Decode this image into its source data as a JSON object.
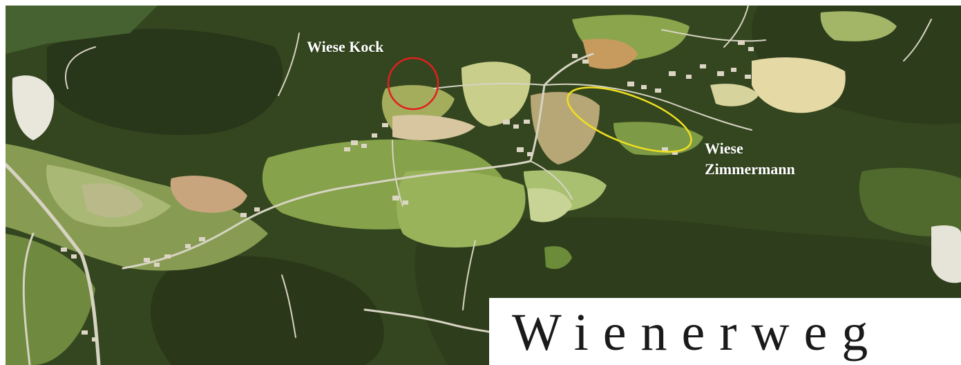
{
  "annotations": {
    "kock": {
      "text": "Wiese Kock",
      "marker_color": "#e02020"
    },
    "zimmermann": {
      "line1": "Wiese",
      "line2": "Zimmermann",
      "marker_color": "#f2e020"
    }
  },
  "title": "Wienerweg",
  "colors": {
    "forest_dark": "#2c3a1c",
    "forest": "#3d4e26",
    "meadow": "#7e9a4a",
    "meadow_light": "#a9bd6a",
    "field_tan": "#c9b57a",
    "road": "#d6d2c4"
  }
}
